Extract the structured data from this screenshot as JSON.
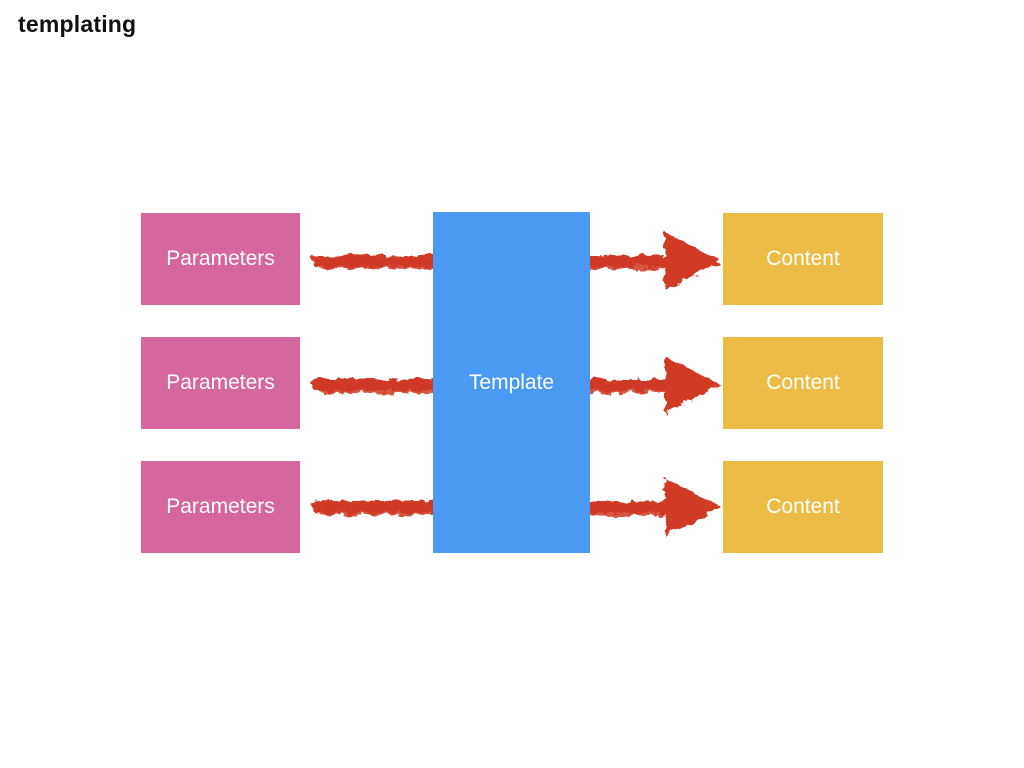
{
  "slide": {
    "title": "templating"
  },
  "diagram": {
    "parameters_boxes": [
      {
        "label": "Parameters"
      },
      {
        "label": "Parameters"
      },
      {
        "label": "Parameters"
      }
    ],
    "template_box": {
      "label": "Template"
    },
    "content_boxes": [
      {
        "label": "Content"
      },
      {
        "label": "Content"
      },
      {
        "label": "Content"
      }
    ],
    "arrow_icon": "crayon-arrow-right"
  },
  "colors": {
    "parameters-fill": "#d5679e",
    "template-fill": "#4a99f2",
    "content-fill": "#ecbc46",
    "arrow-color": "#d03a26",
    "box-text": "#ffffff",
    "title-text": "#111111"
  }
}
